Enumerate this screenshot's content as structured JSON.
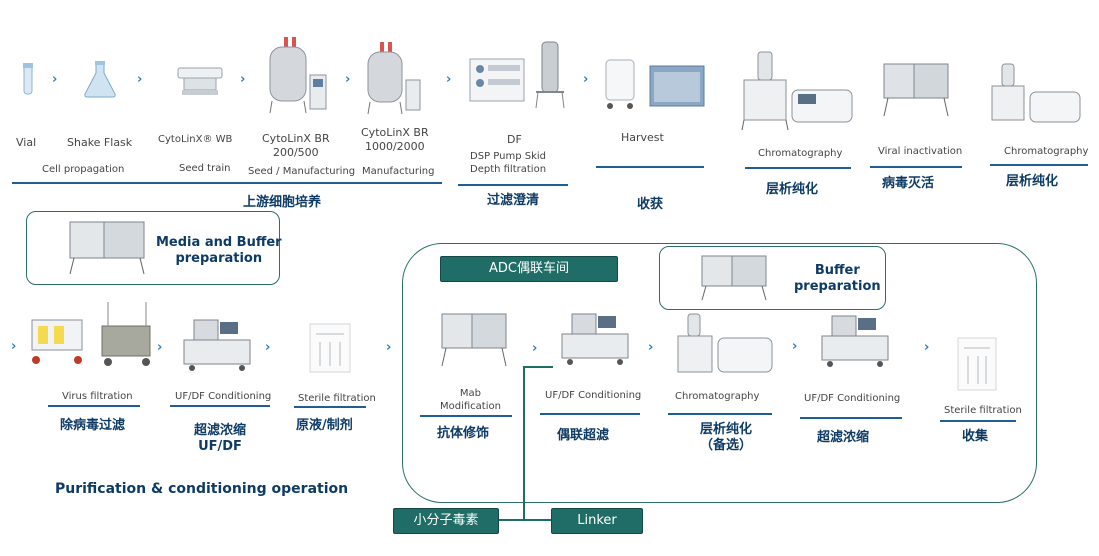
{
  "top_row": {
    "labels": {
      "vial": "Vial",
      "shake_flask": "Shake Flask",
      "cytolinx_wb": "CytoLinX® WB",
      "cytolinx_br_200_500": [
        "CytoLinX BR",
        "200/500"
      ],
      "cytolinx_br_1000_2000": [
        "CytoLinX BR",
        "1000/2000"
      ],
      "df": "DF",
      "harvest": "Harvest"
    },
    "sub_labels": {
      "cell_propagation": "Cell propagation",
      "seed_train": "Seed train",
      "seed_manufacturing": "Seed / Manufacturing",
      "manufacturing": "Manufacturing",
      "dsp_pump_skid": [
        "DSP Pump Skid",
        "Depth filtration"
      ],
      "chromatography_1": "Chromatography",
      "viral_inactivation": "Viral inactivation",
      "chromatography_2": "Chromatography"
    },
    "chinese": {
      "upstream": "上游细胞培养",
      "filtration_clarification": "过滤澄清",
      "harvest": "收获",
      "chromatography_1": "层析纯化",
      "virus_inactivation": "病毒灭活",
      "chromatography_2": "层析纯化"
    }
  },
  "media_buffer_box": {
    "title": [
      "Media and Buffer",
      "preparation"
    ]
  },
  "bottom_left": {
    "labels": {
      "virus_filtration": "Virus filtration",
      "ufdf_conditioning": "UF/DF Conditioning",
      "sterile_filtration": "Sterile filtration"
    },
    "chinese": {
      "virus_filtration": "除病毒过滤",
      "ultrafiltration": [
        "超滤浓缩",
        "UF/DF"
      ],
      "drug_substance": "原液/制剂"
    },
    "section_title": "Purification & conditioning operation"
  },
  "adc_area": {
    "tag": "ADC偶联车间",
    "buffer_box": [
      "Buffer",
      "preparation"
    ],
    "labels": {
      "mab_modification": [
        "Mab",
        "Modification"
      ],
      "ufdf_conditioning_1": "UF/DF Conditioning",
      "chromatography": "Chromatography",
      "ufdf_conditioning_2": "UF/DF Conditioning",
      "sterile_filtration": "Sterile filtration"
    },
    "chinese": {
      "antibody_modification": "抗体修饰",
      "coupling_ultrafiltration": "偶联超滤",
      "chromatography_optional": [
        "层析纯化",
        "（备选）"
      ],
      "ultrafiltration": "超滤浓缩",
      "collection": "收集"
    },
    "small_molecule_tag": "小分子毒素",
    "linker_tag": "Linker"
  },
  "colors": {
    "arrow": "#2d7fc6",
    "underline": "#1f5f93",
    "chinese_text": "#0e3b66",
    "tag_fill": "#1f6d66",
    "outline": "#2b6e6a"
  }
}
